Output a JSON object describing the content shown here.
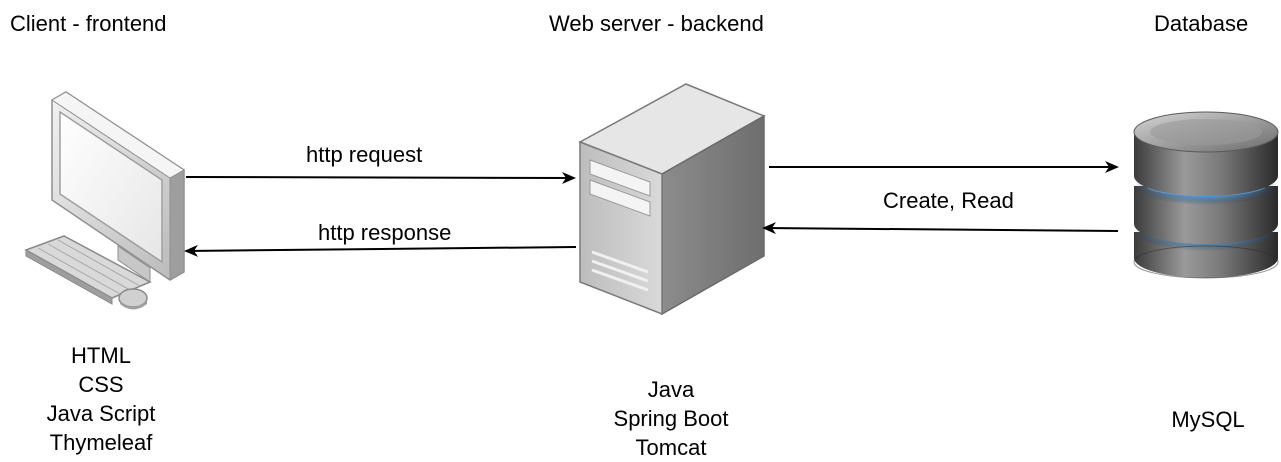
{
  "columns": {
    "client": {
      "title": "Client - frontend",
      "icon": "desktop-computer-icon",
      "tech": [
        "HTML",
        "CSS",
        "Java Script",
        "Thymeleaf"
      ]
    },
    "server": {
      "title": "Web server - backend",
      "icon": "server-tower-icon",
      "tech": [
        "Java",
        "Spring Boot",
        "Tomcat"
      ]
    },
    "database": {
      "title": "Database",
      "icon": "database-cylinder-icon",
      "tech": [
        "MySQL"
      ]
    }
  },
  "arrows": {
    "request_label": "http request",
    "response_label": "http response",
    "db_label": "Create, Read"
  },
  "colors": {
    "text": "#000000",
    "arrow": "#000000",
    "background": "#ffffff",
    "db_glow": "#4aa3f0"
  }
}
